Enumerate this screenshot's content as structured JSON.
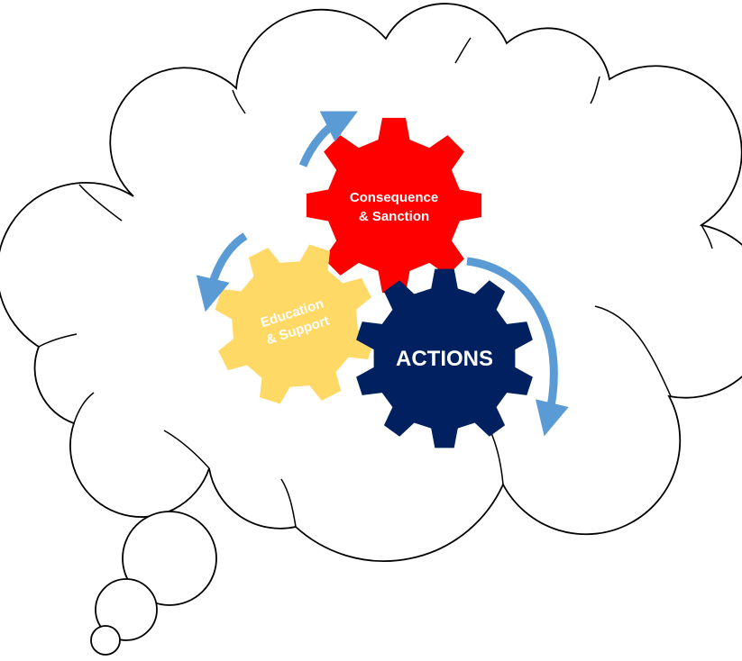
{
  "diagram": {
    "gears": {
      "consequence": {
        "line1": "Consequence",
        "line2": "& Sanction",
        "color": "#ff0000",
        "text_color": "#ffffff"
      },
      "education": {
        "line1": "Education",
        "line2": "& Support",
        "color": "#ffd966",
        "text_color": "#ffffff"
      },
      "actions": {
        "label": "ACTIONS",
        "color": "#002060",
        "text_color": "#ffffff"
      }
    },
    "colors": {
      "arrow": "#5b9bd5",
      "cloud_stroke": "#000000",
      "cloud_fill": "#ffffff"
    }
  }
}
